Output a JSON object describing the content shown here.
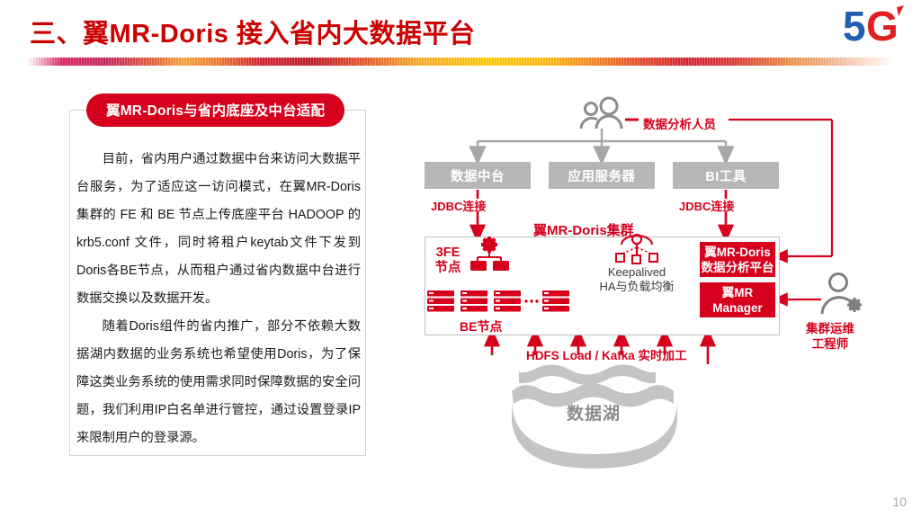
{
  "header": {
    "title": "三、翼MR-Doris 接入省内大数据平台",
    "logo": "5g-logo",
    "title_color": "#CC0000"
  },
  "panel": {
    "badge": "翼MR-Doris与省内底座及中台适配",
    "paragraphs": [
      "目前，省内用户通过数据中台来访问大数据平台服务，为了适应这一访问模式，在翼MR-Doris集群的 FE 和 BE 节点上传底座平台 HADOOP 的 krb5.conf 文件，同时将租户keytab文件下发到Doris各BE节点，从而租户通过省内数据中台进行数据交换以及数据开发。",
      "随着Doris组件的省内推广，部分不依赖大数据湖内数据的业务系统也希望使用Doris，为了保障这类业务系统的使用需求同时保障数据的安全问题，我们利用IP白名单进行管控，通过设置登录IP来限制用户的登录源。"
    ]
  },
  "diagram": {
    "analyst_label": "数据分析人员",
    "analyst_icon": "people-icon",
    "consumers": [
      {
        "label": "数据中台",
        "icon": "gray-box"
      },
      {
        "label": "应用服务器",
        "icon": "gray-box"
      },
      {
        "label": "BI工具",
        "icon": "gray-box"
      }
    ],
    "jdbc_left": "JDBC连接",
    "jdbc_right": "JDBC连接",
    "cluster_title": "翼MR-Doris集群",
    "fe_label": "3FE\n节点",
    "fe_label_line1": "3FE",
    "fe_label_line2": "节点",
    "fe_icon": "gear-icon",
    "be_label": "BE节点",
    "be_icon": "server-rack-icon",
    "keepalived_line1": "Keepalived",
    "keepalived_line2": "HA与负载均衡",
    "keepalived_icon": "load-balancer-icon",
    "red_boxes": [
      {
        "line1": "翼MR-Doris",
        "line2": "数据分析平台"
      },
      {
        "line1": "翼MR",
        "line2": "Manager"
      }
    ],
    "ops_label_line1": "集群运维",
    "ops_label_line2": "工程师",
    "ops_icon": "person-gear-icon",
    "ingest_label": "HDFS Load / Kafka 实时加工",
    "lake_label": "数据湖",
    "lake_icon": "data-lake-icon",
    "colors": {
      "red": "#D6001C",
      "gray_box": "#B6B6B6",
      "arrow_gray": "#A6A6A6",
      "lake_gray": "#BFBFBF"
    }
  },
  "footer": {
    "page_number": "10"
  }
}
